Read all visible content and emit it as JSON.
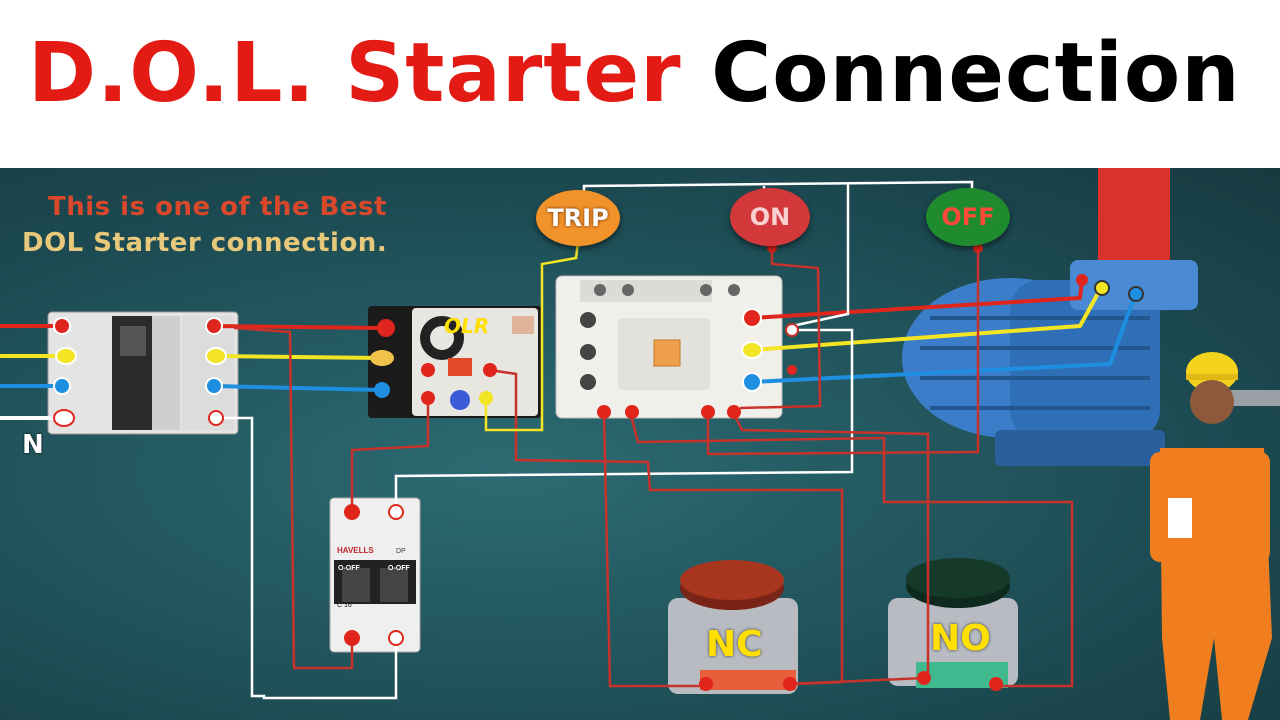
{
  "title": {
    "part1": "D.O.L. Starter",
    "part2": "Connection",
    "part1_color": "#e31b14",
    "part2_color": "#000000"
  },
  "tagline": {
    "line1": "This is one of the Best",
    "line2": "DOL Starter connection."
  },
  "lamps": {
    "trip": {
      "label": "TRIP",
      "color": "#f2922a"
    },
    "on": {
      "label": "ON",
      "color": "#d3383a"
    },
    "off": {
      "label": "OFF",
      "color": "#1f8b2e"
    }
  },
  "components": {
    "olr_label": "OLR",
    "neutral_label": "N",
    "mcb_brand": "HAVELLS",
    "mcb_type": "DP",
    "mcb_switch_text": "O-OFF",
    "mcb_rating": "C 16",
    "nc_label": "NC",
    "no_label": "NO"
  },
  "wire_colors": {
    "red": "#e0261c",
    "yellow": "#f3e424",
    "blue": "#1e8fe0",
    "white": "#ffffff",
    "control": "#c8322a"
  }
}
